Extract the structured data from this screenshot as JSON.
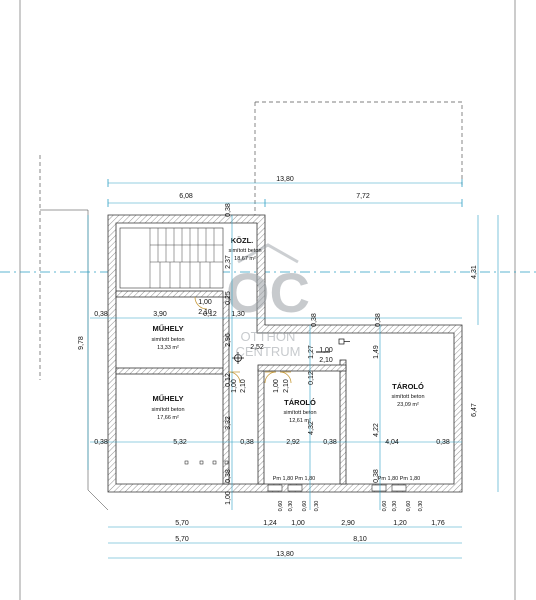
{
  "watermark": {
    "mark": "OC",
    "line1": "OTTHON",
    "line2": "CENTRUM"
  },
  "rooms": [
    {
      "id": "kozl",
      "name": "KÖZL.",
      "floor": "simított beton",
      "area": "18,67 m²"
    },
    {
      "id": "muhely1",
      "name": "MŰHELY",
      "floor": "simított beton",
      "area": "13,33 m²"
    },
    {
      "id": "muhely2",
      "name": "MŰHELY",
      "floor": "simított beton",
      "area": "17,66 m²"
    },
    {
      "id": "tarolo1",
      "name": "TÁROLÓ",
      "floor": "simított beton",
      "area": "12,61 m²"
    },
    {
      "id": "tarolo2",
      "name": "TÁROLÓ",
      "floor": "simított beton",
      "area": "23,09 m²"
    }
  ],
  "dimensions": {
    "top_total": "13,80",
    "top_left": "6,08",
    "top_right": "7,72",
    "left_total": "9,78",
    "right_total": "4,31",
    "right_lower": "6,47",
    "row1": [
      "0,38",
      "3,90",
      "0,12",
      "1,30",
      "0,38",
      "0,38"
    ],
    "row2": [
      "0,38",
      "5,32",
      "0,38",
      "2,92",
      "0,38",
      "4,04",
      "0,38"
    ],
    "bottom1": [
      "5,70",
      "1,24",
      "1,00",
      "2,90",
      "1,20",
      "1,76"
    ],
    "bottom2": [
      "5,70",
      "8,10"
    ],
    "bottom3": "13,80",
    "vertical": [
      "0,38",
      "2,37",
      "0,25",
      "2,96",
      "0,12",
      "3,32",
      "0,38",
      "1,00",
      "2,52",
      "1,27",
      "0,12",
      "4,32",
      "1,49",
      "4,22",
      "0,38"
    ],
    "openings": [
      "1,00",
      "2,10",
      "1,00",
      "2,10",
      "1,00",
      "2,10",
      "1,00",
      "2,10"
    ],
    "windows": [
      "Pm 1,80",
      "Pm 1,80",
      "Pm 1,80",
      "Pm 1,80"
    ],
    "sill": [
      "0,60",
      "0,30",
      "0,60",
      "0,30",
      "0,60",
      "0,30",
      "0,60",
      "0,30"
    ]
  }
}
